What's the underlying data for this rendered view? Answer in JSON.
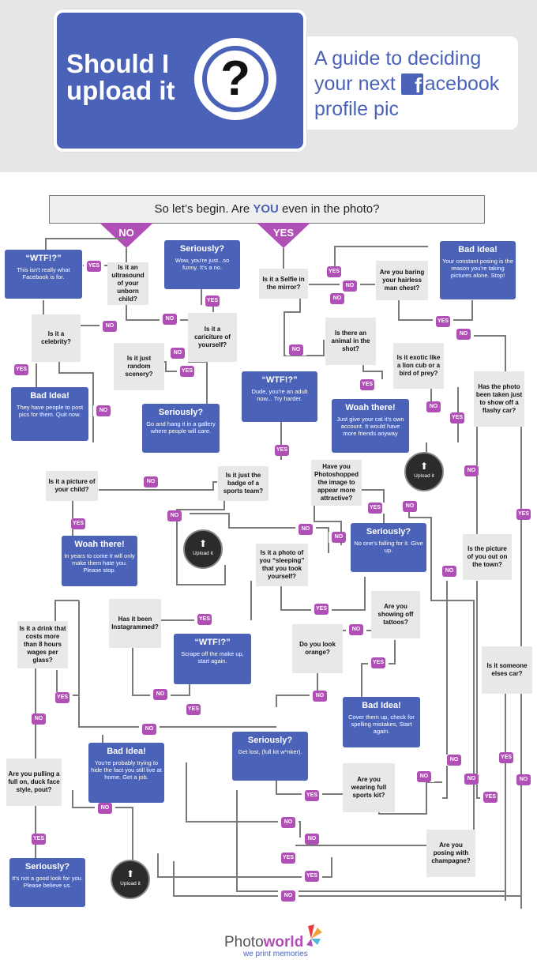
{
  "header": {
    "title": "Should I upload it",
    "question_mark": "?",
    "guide_line1": "A guide to deciding",
    "guide_line2_prefix": "your next ",
    "facebook_f": "f",
    "guide_line2_suffix": "acebook",
    "guide_line3": "profile pic"
  },
  "start": {
    "prefix": "So let’s begin. Are ",
    "emph": "YOU",
    "suffix": " even in the photo?"
  },
  "branch": {
    "no": "NO",
    "yes": "YES"
  },
  "nodes": {
    "wtf1_h": "“WTF!?”",
    "wtf1_t": "This isn't really what Facebook is for.",
    "ultrasound": "Is it an ultrasound of your unborn child?",
    "seriously1_h": "Seriously?",
    "seriously1_t": "Wow, you're just...so funny. It's a no.",
    "selfie": "Is it a Selfie in the mirror?",
    "hairless": "Are you baring your hairless man chest?",
    "bad1_h": "Bad Idea!",
    "bad1_t": "Your constant posing is the reason you're taking pictures alone. Stop!",
    "celebrity": "Is it a celebrity?",
    "caricature": "Is it a cariciture of yourself?",
    "scenery": "Is it just random scenery?",
    "animal": "Is there an animal in the shot?",
    "exotic": "Is it exotic like a lion cub or a bird of prey?",
    "flashy": "Has the photo been taken just to show off a flashy car?",
    "bad2_h": "Bad Idea!",
    "bad2_t": "They have people to post pics for them. Quit now.",
    "seriously2_h": "Seriously?",
    "seriously2_t": "Go and hang it in a gallery where people will care.",
    "wtf2_h": "“WTF!?”",
    "wtf2_t": "Dude, you're an adult now... Try harder.",
    "woah1_h": "Woah there!",
    "woah1_t": "Just give your cat it's own account. It would have more friends anyway",
    "child": "Is it a picture of your child?",
    "sports_badge": "Is it just the badge of a sports team?",
    "photoshop": "Have you Photoshopped the image to appear more attractive?",
    "woah2_h": "Woah there!",
    "woah2_t": "In years to come it will only make them hate you. Please stop.",
    "sleeping": "Is it a photo of you “sleeping” that you took yourself?",
    "seriously3_h": "Seriously?",
    "seriously3_t": "No one's falling for it. Give up.",
    "town": "Is the picture of you out on the town?",
    "drink": "Is it a drink that costs more than 8 hours wages per glass?",
    "instagram": "Has it been Instagrammed?",
    "tattoos": "Are you showing off tattoos?",
    "wtf3_h": "“WTF!?”",
    "wtf3_t": "Scrape off the make up, start again.",
    "orange": "Do you look orange?",
    "someone_car": "Is it someone elses car?",
    "bad3_h": "Bad Idea!",
    "bad3_t": "Cover them up, check for spelling mistakes, Start again.",
    "seriously4_h": "Seriously?",
    "seriously4_t": "Get lost, (full kit w*nker).",
    "bad4_h": "Bad Idea!",
    "bad4_t": "You're probably trying to hide the fact you still live at home. Get a job.",
    "duck": "Are you pulling a full on, duck face style, pout?",
    "sports_kit": "Are you wearing full sports kit?",
    "champagne": "Are you posing with champagne?",
    "seriously5_h": "Seriously?",
    "seriously5_t": "It's not a good look for you. Please believe us."
  },
  "upload_label": "Upload it",
  "tags": {
    "yes": "YES",
    "no": "NO"
  },
  "footer": {
    "logo_a": "Photo",
    "logo_b": "world",
    "tagline": "we print memories"
  },
  "colors": {
    "blue": "#4a63b8",
    "purple": "#b04fb5",
    "grey_box": "#e8e8e8",
    "line": "#7a7a7a"
  }
}
